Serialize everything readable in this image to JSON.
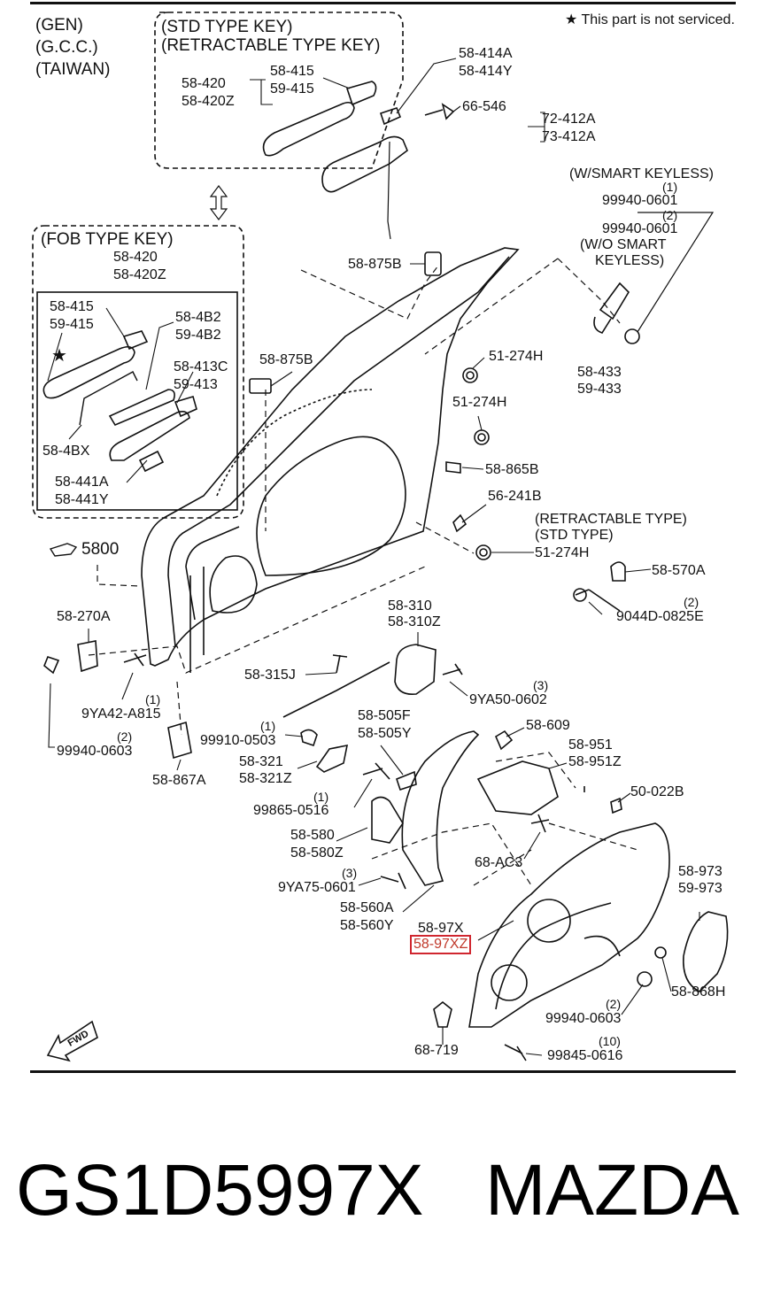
{
  "header": {
    "region_lines": [
      "(GEN)",
      "(G.C.C.)",
      "(TAIWAN)"
    ],
    "not_serviced_note": "This part is not serviced.",
    "std_type_key": [
      "(STD TYPE KEY)",
      "(RETRACTABLE TYPE KEY)"
    ],
    "fob_type_key": "(FOB TYPE KEY)"
  },
  "labels": {
    "p58_420": [
      "58-420",
      "58-420Z"
    ],
    "p58_415_top": [
      "58-415",
      "59-415"
    ],
    "p58_414A": [
      "58-414A",
      "58-414Y"
    ],
    "p66_546": "66-546",
    "p72_412A": [
      "72-412A",
      "73-412A"
    ],
    "smart_keyless": [
      "(W/SMART KEYLESS)",
      "(1)",
      "99940-0601",
      "(2)",
      "99940-0601",
      "(W/O SMART",
      "KEYLESS)"
    ],
    "fob_58_420": [
      "58-420",
      "58-420Z"
    ],
    "fob_58_415": [
      "58-415",
      "59-415"
    ],
    "fob_58_4B2": [
      "58-4B2",
      "59-4B2"
    ],
    "fob_58_413C": [
      "58-413C",
      "59-413"
    ],
    "fob_58_4BX": "58-4BX",
    "fob_58_441A": [
      "58-441A",
      "58-441Y"
    ],
    "p58_875B_a": "58-875B",
    "p58_875B_b": "58-875B",
    "p51_274H_a": "51-274H",
    "p51_274H_b": "51-274H",
    "p58_433": [
      "58-433",
      "59-433"
    ],
    "p58_865B": "58-865B",
    "p56_241B": "56-241B",
    "retractable_type": [
      "(RETRACTABLE TYPE)",
      "(STD TYPE)"
    ],
    "p51_274H_c": "51-274H",
    "p5800": "5800",
    "p58_570A": "58-570A",
    "p9044D": [
      "(2)",
      "9044D-0825E"
    ],
    "p58_270A": "58-270A",
    "p58_310": [
      "58-310",
      "58-310Z"
    ],
    "p58_315J": "58-315J",
    "p9YA50": [
      "(3)",
      "9YA50-0602"
    ],
    "p9YA42": [
      "(1)",
      "9YA42-A815"
    ],
    "p99940_0603_a": [
      "(2)",
      "99940-0603"
    ],
    "p99910": [
      "(1)",
      "99910-0503"
    ],
    "p58_505F": [
      "58-505F",
      "58-505Y"
    ],
    "p58_609": "58-609",
    "p58_951": [
      "58-951",
      "58-951Z"
    ],
    "p58_867A": "58-867A",
    "p58_321": [
      "58-321",
      "58-321Z"
    ],
    "p99865": [
      "(1)",
      "99865-0516"
    ],
    "p50_022B": "50-022B",
    "p58_580": [
      "58-580",
      "58-580Z"
    ],
    "p68_AC3": "68-AC3",
    "p58_973": [
      "58-973",
      "59-973"
    ],
    "p9YA75": [
      "(3)",
      "9YA75-0601"
    ],
    "p58_560A": [
      "58-560A",
      "58-560Y"
    ],
    "p58_97X": "58-97X",
    "p58_97XZ": "58-97XZ",
    "p58_868H": "58-868H",
    "p99940_0603_b": [
      "(2)",
      "99940-0603"
    ],
    "p68_719": "68-719",
    "p99845": [
      "(10)",
      "99845-0616"
    ],
    "fwd": "FWD"
  },
  "footer": {
    "part_number": "GS1D5997X",
    "brand": "MAZDA"
  },
  "colors": {
    "ink": "#111111",
    "highlight": "#d0262f"
  }
}
